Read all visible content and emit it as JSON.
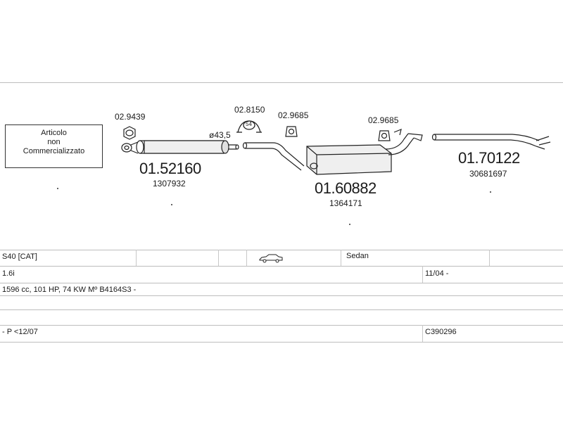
{
  "stamp": {
    "line1": "Articolo",
    "line2": "non",
    "line3": "Commercializzato"
  },
  "refs": {
    "gasket_a": "02.9439",
    "clamp_a": "02.8150",
    "clamp_a_badge": "54",
    "hanger_a": "02.9685",
    "hanger_b": "02.9685",
    "diameter": "ø43,5"
  },
  "parts": [
    {
      "number": "01.52160",
      "oem": "1307932"
    },
    {
      "number": "01.60882",
      "oem": "1364171"
    },
    {
      "number": "01.70122",
      "oem": "30681697"
    }
  ],
  "table": {
    "r1": {
      "model": "S40  [CAT]",
      "body": "Sedan",
      "car_icon": "sedan-car-icon"
    },
    "r2": {
      "engine": "1.6i",
      "date": "11/04 -"
    },
    "r3": {
      "specs": "1596 cc, 101 HP, 74 KW Mº B4164S3 -"
    },
    "r4": {
      "note": "- P <12/07",
      "code": "C390296"
    }
  }
}
